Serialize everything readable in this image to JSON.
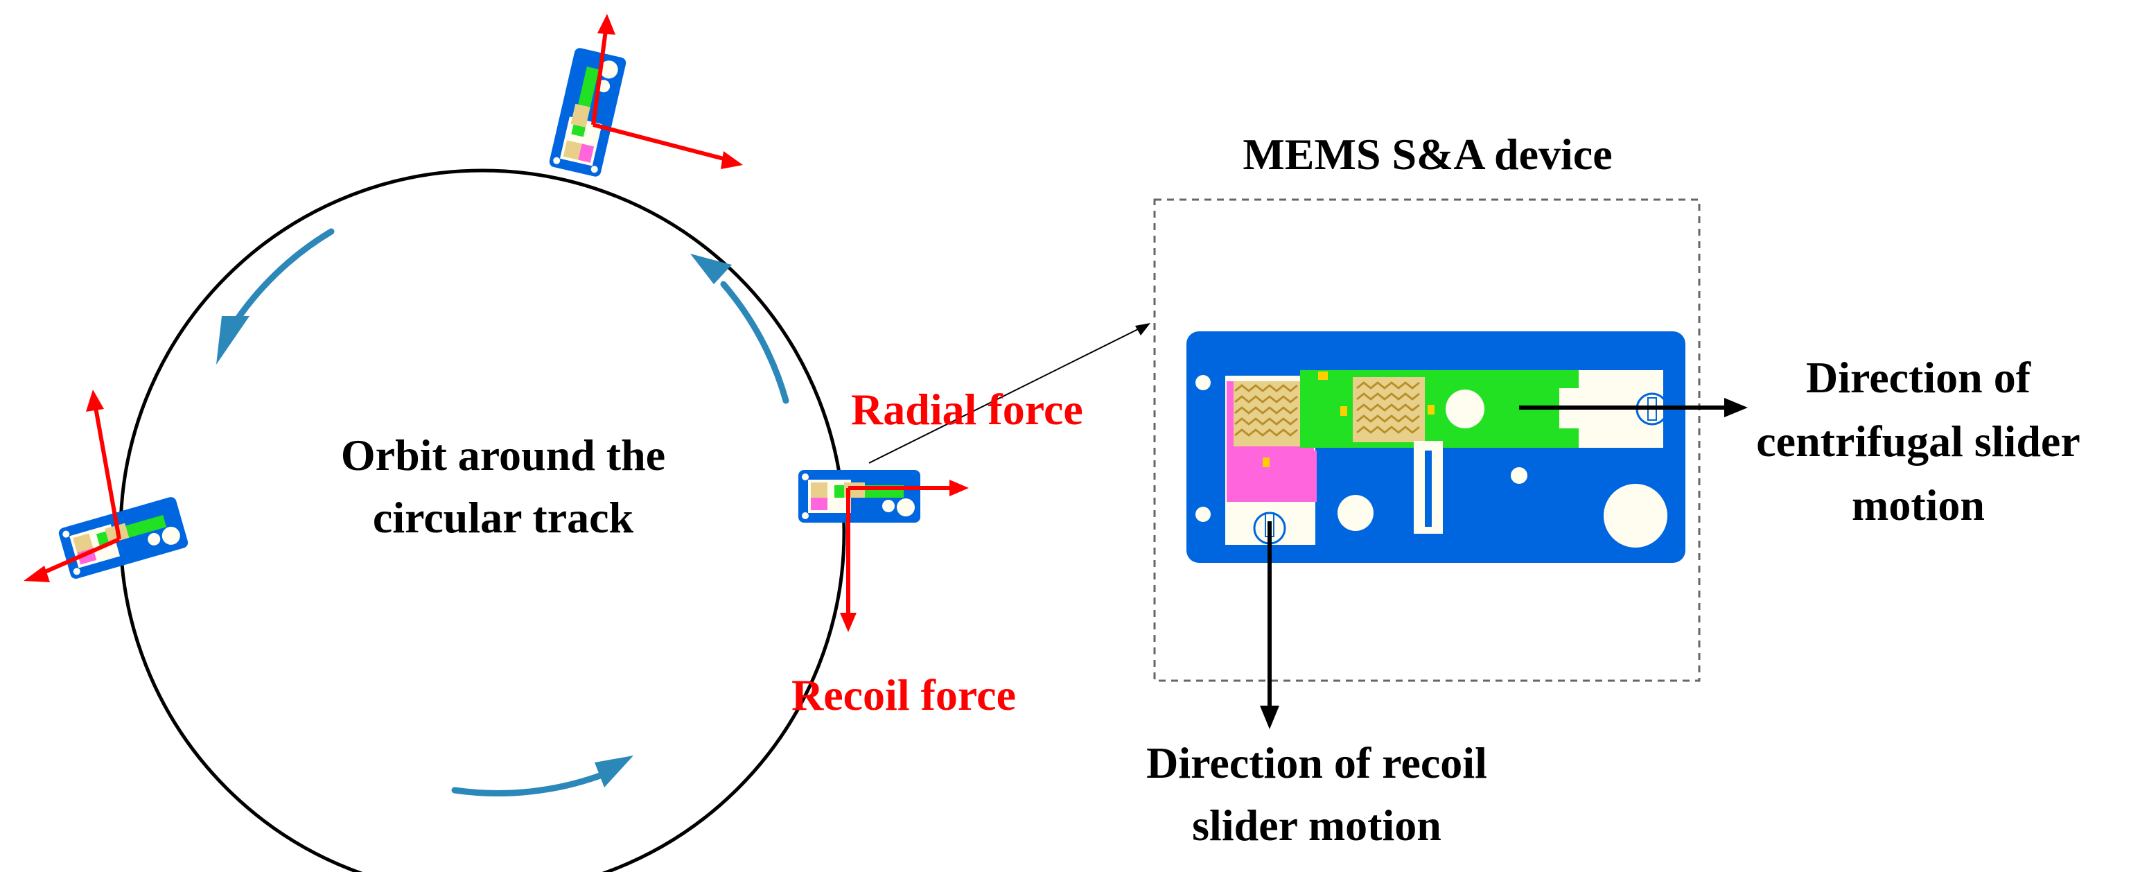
{
  "labels": {
    "orbit_line1": "Orbit around the",
    "orbit_line2": "circular track",
    "radial_force": "Radial force",
    "recoil_force": "Recoil force",
    "device_title": "MEMS S&A device",
    "centrifugal_line1": "Direction of",
    "centrifugal_line2": "centrifugal slider",
    "centrifugal_line3": "motion",
    "recoil_dir_line1": "Direction of  recoil",
    "recoil_dir_line2": "slider motion"
  },
  "colors": {
    "device_body": "#0066e0",
    "spring_block": "#e8d08a",
    "spring_line": "#b8902a",
    "recoil_slider": "#ff66dd",
    "centrifugal_slider": "#22e022",
    "cutout": "#fffdf0",
    "force_arrow": "#ff0000",
    "rotation_arrow": "#2b88b8",
    "label_red": "#ff0000",
    "label_black": "#000000",
    "dashed_border": "#666666"
  }
}
